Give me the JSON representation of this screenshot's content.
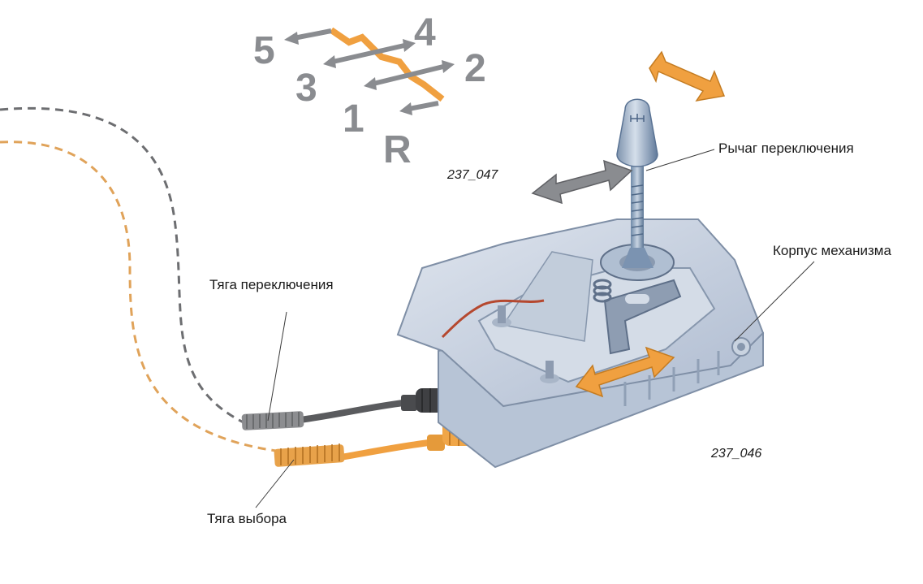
{
  "gears": {
    "g5": "5",
    "g4": "4",
    "g3": "3",
    "g2": "2",
    "g1": "1",
    "gR": "R"
  },
  "figures": {
    "fig_top": "237_047",
    "fig_main": "237_046"
  },
  "labels": {
    "shift_lever": "Рычаг переключения",
    "mechanism_housing": "Корпус механизма",
    "shift_cable": "Тяга переключения",
    "select_cable": "Тяга выбора"
  },
  "colors": {
    "accent_orange": "#f0a040",
    "cable_gray": "#6d6e71",
    "housing_blue": "#c9d3e0",
    "arrow_gray": "#8a8c90"
  }
}
